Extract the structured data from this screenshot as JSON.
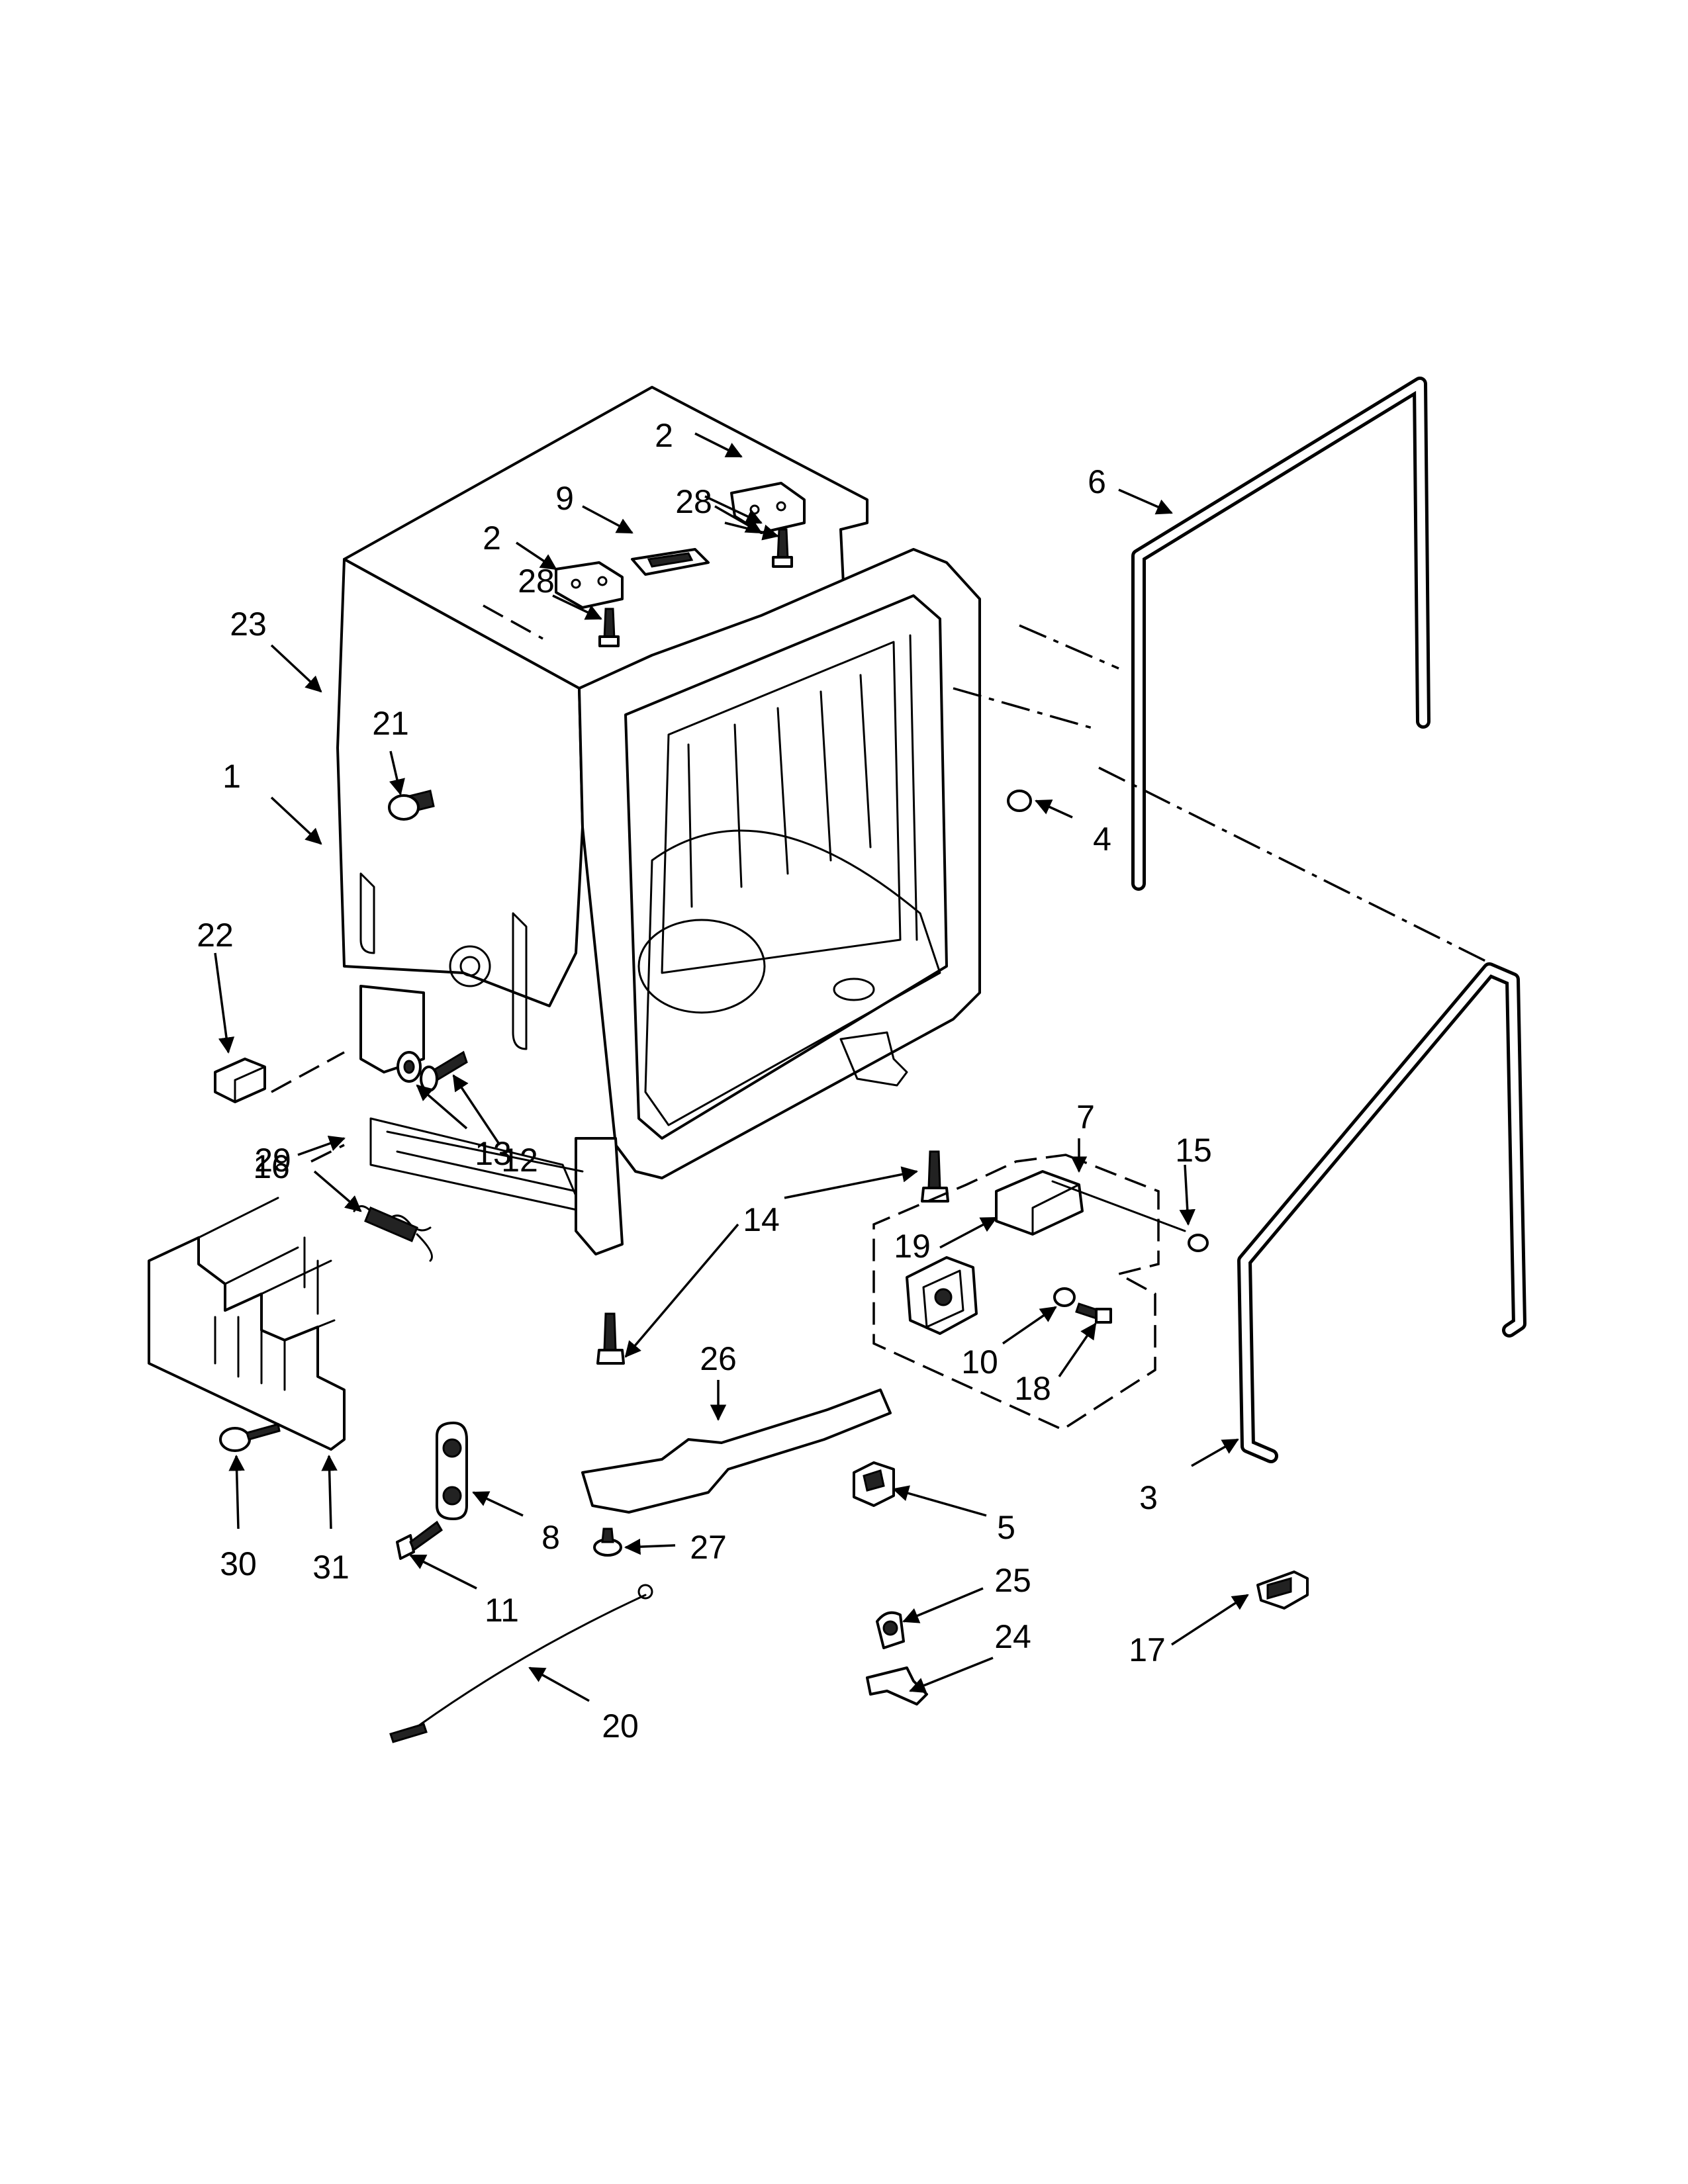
{
  "diagram": {
    "callouts": [
      {
        "id": "c1",
        "label": "1"
      },
      {
        "id": "c2a",
        "label": "2"
      },
      {
        "id": "c2b",
        "label": "2"
      },
      {
        "id": "c3",
        "label": "3"
      },
      {
        "id": "c4",
        "label": "4"
      },
      {
        "id": "c5",
        "label": "5"
      },
      {
        "id": "c6",
        "label": "6"
      },
      {
        "id": "c7",
        "label": "7"
      },
      {
        "id": "c8",
        "label": "8"
      },
      {
        "id": "c9",
        "label": "9"
      },
      {
        "id": "c10",
        "label": "10"
      },
      {
        "id": "c11",
        "label": "11"
      },
      {
        "id": "c12",
        "label": "12"
      },
      {
        "id": "c13",
        "label": "13"
      },
      {
        "id": "c14",
        "label": "14"
      },
      {
        "id": "c15",
        "label": "15"
      },
      {
        "id": "c16",
        "label": "16"
      },
      {
        "id": "c17",
        "label": "17"
      },
      {
        "id": "c18",
        "label": "18"
      },
      {
        "id": "c19",
        "label": "19"
      },
      {
        "id": "c20",
        "label": "20"
      },
      {
        "id": "c21",
        "label": "21"
      },
      {
        "id": "c22",
        "label": "22"
      },
      {
        "id": "c23",
        "label": "23"
      },
      {
        "id": "c24",
        "label": "24"
      },
      {
        "id": "c25",
        "label": "25"
      },
      {
        "id": "c26",
        "label": "26"
      },
      {
        "id": "c27",
        "label": "27"
      },
      {
        "id": "c28a",
        "label": "28"
      },
      {
        "id": "c28b",
        "label": "28"
      },
      {
        "id": "c29",
        "label": "29"
      },
      {
        "id": "c30",
        "label": "30"
      },
      {
        "id": "c31",
        "label": "31"
      }
    ]
  }
}
